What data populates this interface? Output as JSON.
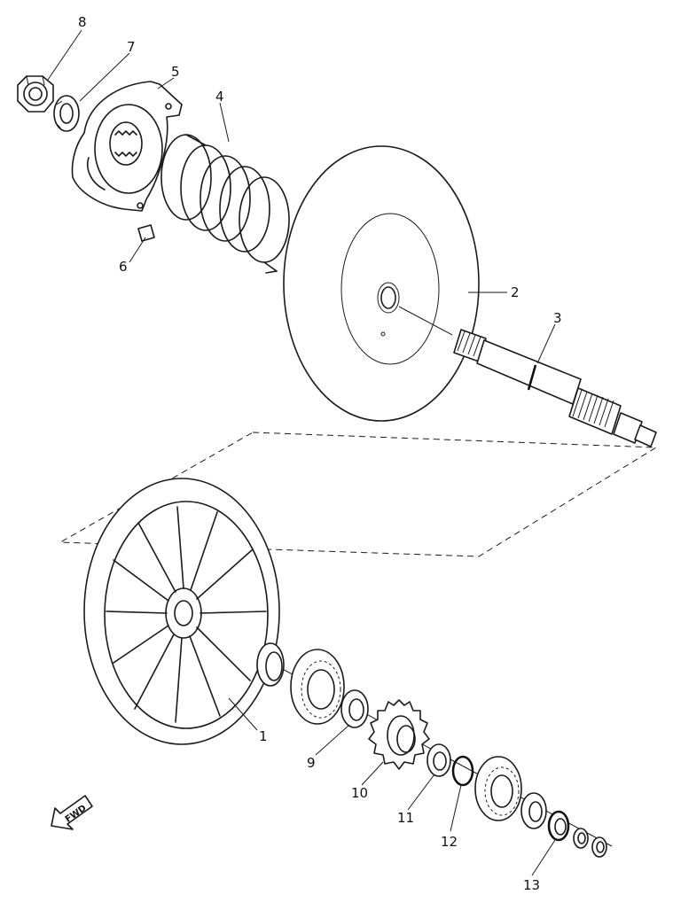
{
  "diagram": {
    "fwd_label": "FWD",
    "parts": [
      {
        "id": "part-1",
        "label": "1"
      },
      {
        "id": "part-2",
        "label": "2"
      },
      {
        "id": "part-3",
        "label": "3"
      },
      {
        "id": "part-4",
        "label": "4"
      },
      {
        "id": "part-5",
        "label": "5"
      },
      {
        "id": "part-6",
        "label": "6"
      },
      {
        "id": "part-7",
        "label": "7"
      },
      {
        "id": "part-8",
        "label": "8"
      },
      {
        "id": "part-9",
        "label": "9"
      },
      {
        "id": "part-10",
        "label": "10"
      },
      {
        "id": "part-11",
        "label": "11"
      },
      {
        "id": "part-12",
        "label": "12"
      },
      {
        "id": "part-13",
        "label": "13"
      }
    ]
  }
}
